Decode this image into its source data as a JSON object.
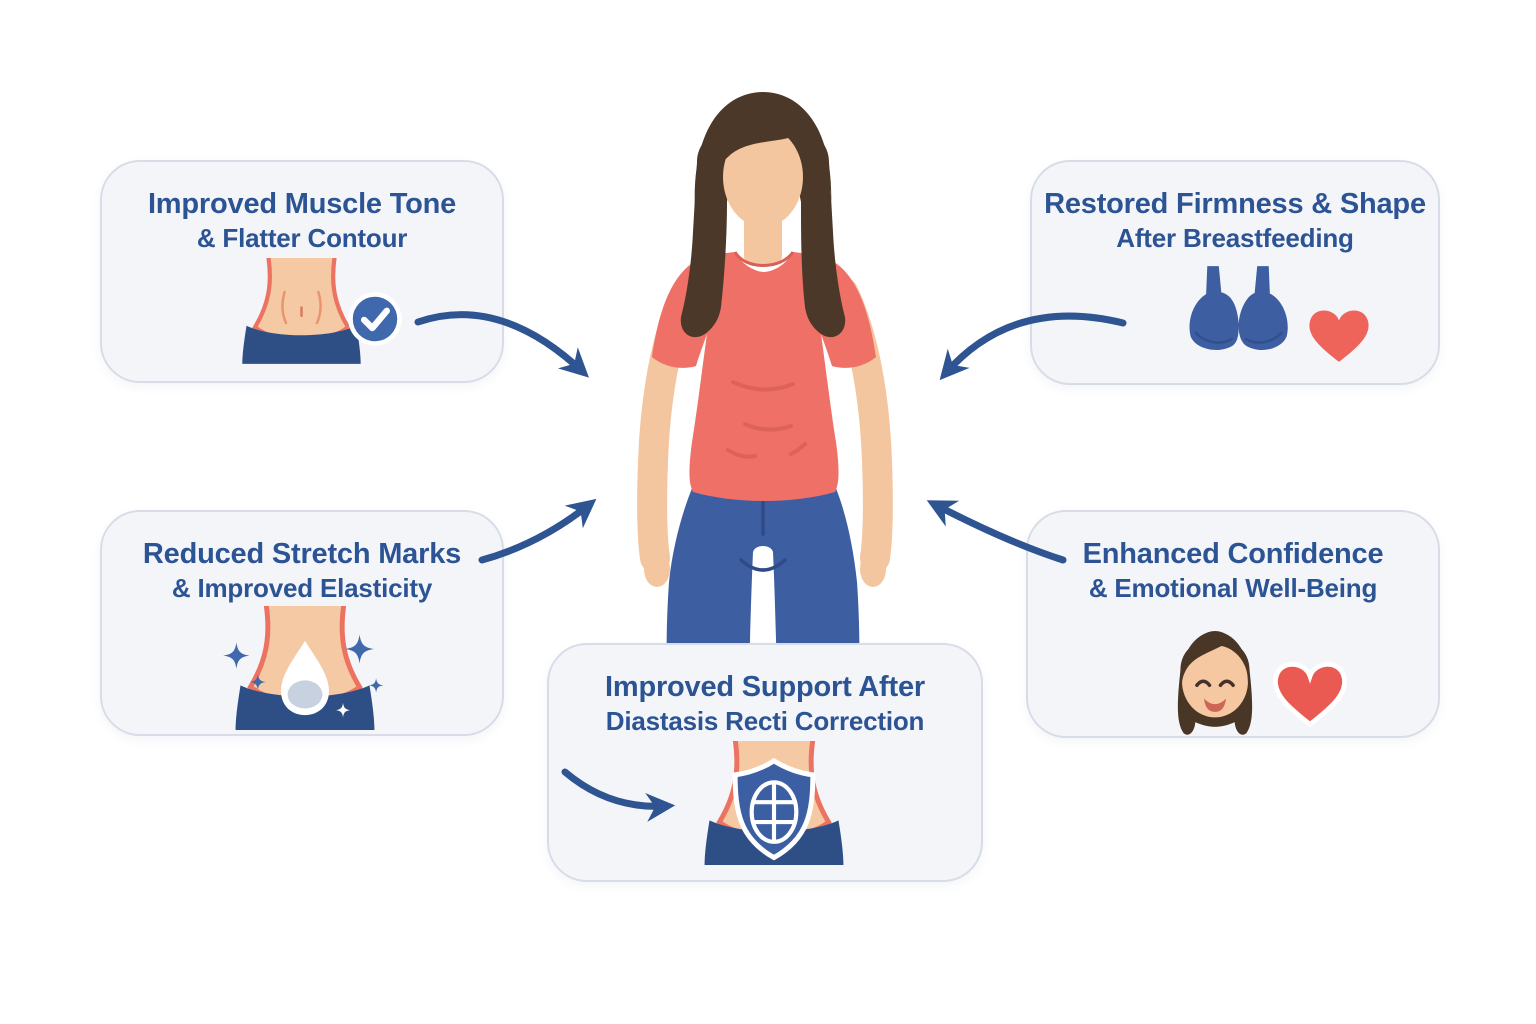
{
  "page": {
    "description": "Postpartum body restoration benefits infographic",
    "background": "#ffffff"
  },
  "colors": {
    "card_bg": "#f4f5f9",
    "card_border": "#d8dce7",
    "title_text": "#2c5494",
    "arrow": "#2e5491",
    "skin": "#f3c6a0",
    "hair": "#4b3829",
    "shirt": "#ee7066",
    "pants": "#3d5ea1",
    "icon_navy": "#2d4f86",
    "accent_blue": "#3f68ad",
    "heart_red": "#ee635a"
  },
  "figure": {
    "name": "postpartum-woman-illustration"
  },
  "cards": {
    "muscle_tone": {
      "line1": "Improved Muscle Tone",
      "line2": "& Flatter Contour",
      "icon": "abdomen-checkmark-icon"
    },
    "firmness": {
      "line1": "Restored Firmness & Shape",
      "line2": "After Breastfeeding",
      "icon": "bra-heart-icon"
    },
    "stretch_marks": {
      "line1": "Reduced Stretch Marks",
      "line2": "& Improved Elasticity",
      "icon": "abdomen-droplet-sparkles-icon"
    },
    "confidence": {
      "line1": "Enhanced Confidence",
      "line2": "& Emotional Well-Being",
      "icon": "smiling-woman-heart-icon"
    },
    "support": {
      "line1": "Improved Support After",
      "line2": "Diastasis Recti Correction",
      "icon": "abdomen-shield-icon"
    }
  }
}
